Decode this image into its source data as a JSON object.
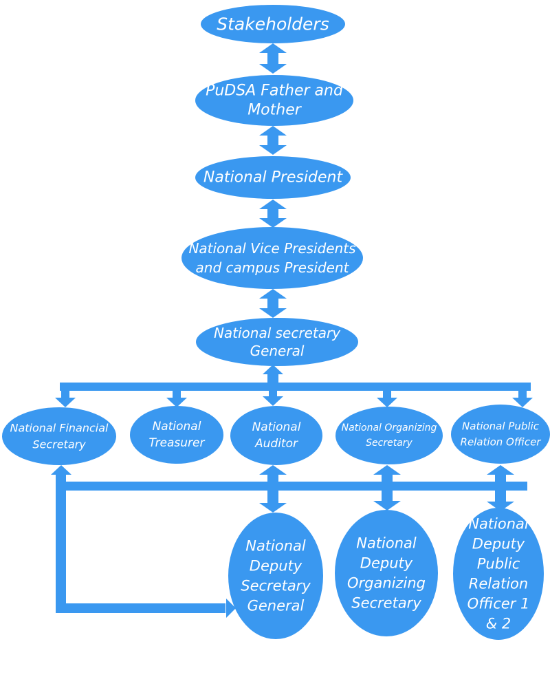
{
  "colors": {
    "fill": "#3a98f0",
    "text": "#ffffff",
    "background": "#ffffff"
  },
  "nodes": {
    "stakeholders": [
      "Stakeholders"
    ],
    "pudsa_parents": [
      "PuDSA Father and",
      "Mother"
    ],
    "national_president": [
      "National President"
    ],
    "vice_presidents": [
      "National Vice Presidents",
      "and campus President"
    ],
    "secretary_general": [
      "National secretary",
      "General"
    ],
    "financial_secretary": [
      "National Financial",
      "Secretary"
    ],
    "treasurer": [
      "National",
      "Treasurer"
    ],
    "auditor": [
      "National",
      "Auditor"
    ],
    "organizing_secretary": [
      "National Organizing",
      "Secretary"
    ],
    "pro": [
      "National Public",
      "Relation Officer"
    ],
    "deputy_secretary_general": [
      "National",
      "Deputy",
      "Secretary",
      "General"
    ],
    "deputy_organizing_secretary": [
      "National",
      "Deputy",
      "Organizing",
      "Secretary"
    ],
    "deputy_pro": [
      "National",
      "Deputy",
      "Public",
      "Relation",
      "Officer 1",
      "& 2"
    ]
  }
}
